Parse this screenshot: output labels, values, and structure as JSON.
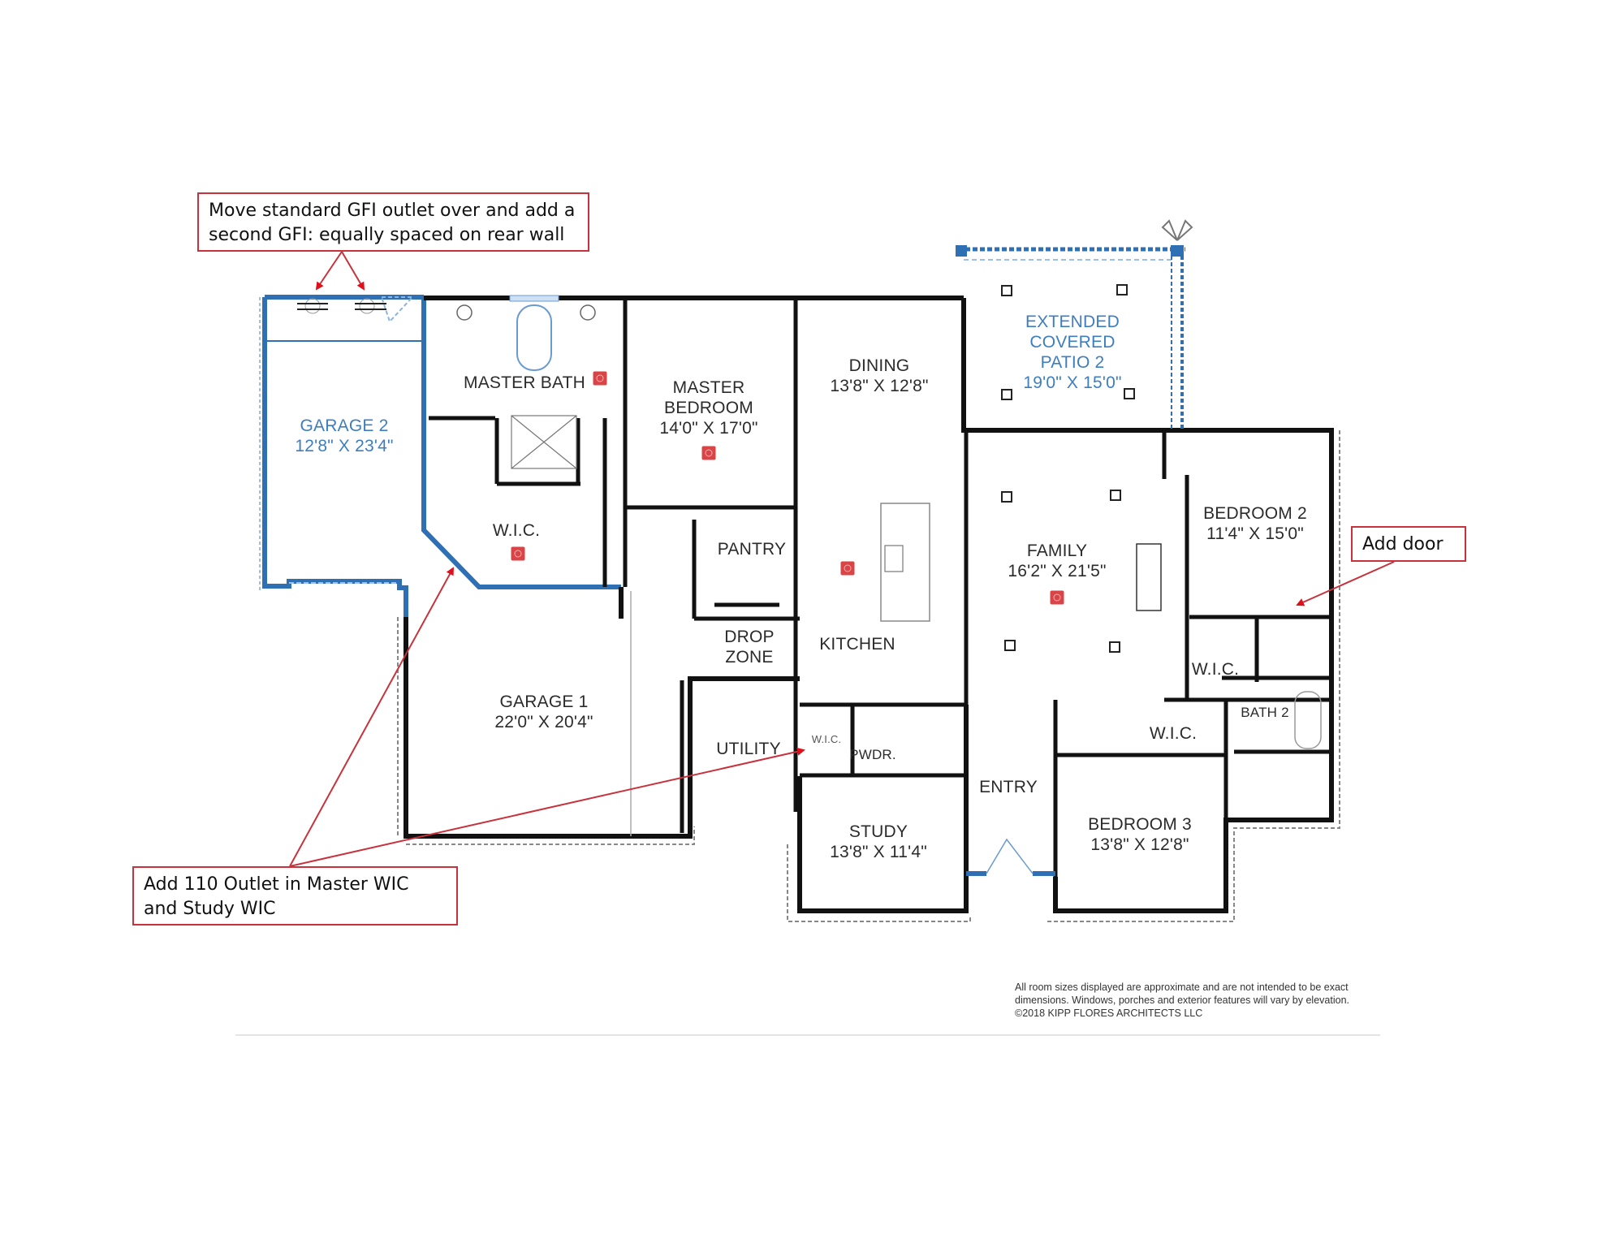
{
  "callouts": [
    {
      "id": "gfi",
      "text": "Move standard GFI outlet over and add a second GFI: equally spaced on rear wall"
    },
    {
      "id": "door",
      "text": "Add door"
    },
    {
      "id": "outlet110",
      "text": "Add 110 Outlet in Master WIC and Study WIC"
    }
  ],
  "rooms": {
    "garage2": {
      "name": "GARAGE 2",
      "size": "12'8\" X 23'4\""
    },
    "master_bath": {
      "name": "MASTER BATH"
    },
    "master_wic": {
      "name": "W.I.C."
    },
    "master_bedroom": {
      "name1": "MASTER",
      "name2": "BEDROOM",
      "size": "14'0\" X 17'0\""
    },
    "dining": {
      "name": "DINING",
      "size": "13'8\" X 12'8\""
    },
    "patio": {
      "name1": "EXTENDED",
      "name2": "COVERED",
      "name3": "PATIO 2",
      "size": "19'0\" X 15'0\""
    },
    "family": {
      "name": "FAMILY",
      "size": "16'2\" X 21'5\""
    },
    "bedroom2": {
      "name": "BEDROOM 2",
      "size": "11'4\" X 15'0\""
    },
    "pantry": {
      "name": "PANTRY"
    },
    "drop_zone": {
      "name1": "DROP",
      "name2": "ZONE"
    },
    "kitchen": {
      "name": "KITCHEN"
    },
    "garage1": {
      "name": "GARAGE 1",
      "size": "22'0\" X 20'4\""
    },
    "utility": {
      "name": "UTILITY"
    },
    "study_wic": {
      "name": "W.I.C."
    },
    "powder": {
      "name": "PWDR."
    },
    "study": {
      "name": "STUDY",
      "size": "13'8\" X 11'4\""
    },
    "entry": {
      "name": "ENTRY"
    },
    "wic_mid": {
      "name": "W.I.C."
    },
    "bath2": {
      "name": "BATH 2"
    },
    "wic_bed2": {
      "name": "W.I.C."
    },
    "bedroom3": {
      "name": "BEDROOM 3",
      "size": "13'8\" X 12'8\""
    }
  },
  "disclaimer": "All room sizes displayed are approximate and are not intended to be exact dimensions. Windows, porches and exterior features will vary by elevation. ©2018 KIPP FLORES ARCHITECTS LLC",
  "colors": {
    "wall": "#111111",
    "highlight_blue": "#2f6fb3",
    "label_blue": "#3d7ec0",
    "callout_red": "#c8323c",
    "marker_red": "#d94447"
  }
}
